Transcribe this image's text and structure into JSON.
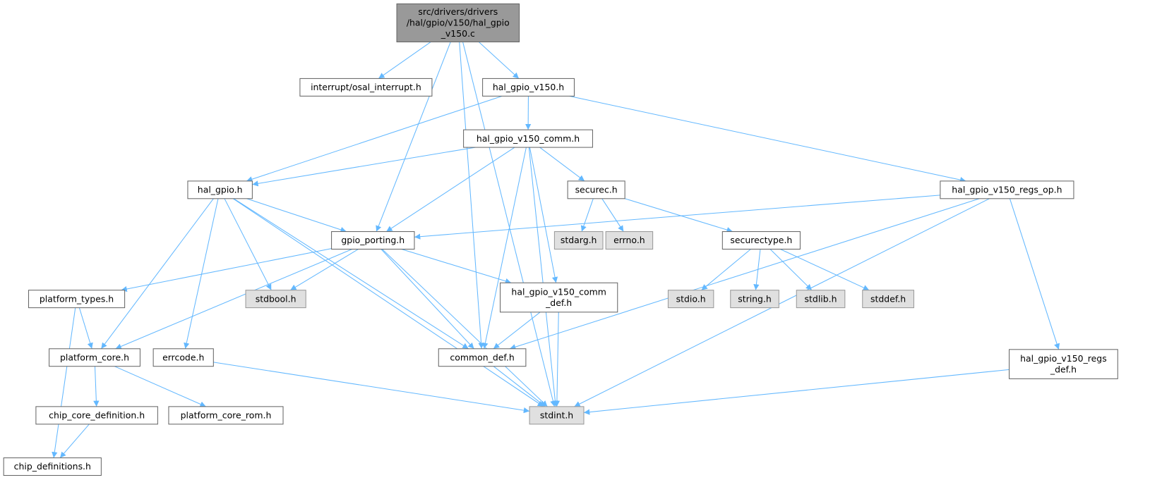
{
  "graph": {
    "colors": {
      "root_fill": "#999999",
      "system_fill": "#e0e0e0",
      "node_fill": "#ffffff",
      "edge": "#63b8ff",
      "border": "#666666"
    },
    "nodes": [
      {
        "id": "root",
        "lines": [
          "src/drivers/drivers",
          "/hal/gpio/v150/hal_gpio",
          "_v150.c"
        ],
        "kind": "root"
      },
      {
        "id": "interrupt",
        "lines": [
          "interrupt/osal_interrupt.h"
        ],
        "kind": "node"
      },
      {
        "id": "hal_gpio_v150",
        "lines": [
          "hal_gpio_v150.h"
        ],
        "kind": "node"
      },
      {
        "id": "comm",
        "lines": [
          "hal_gpio_v150_comm.h"
        ],
        "kind": "node"
      },
      {
        "id": "hal_gpio",
        "lines": [
          "hal_gpio.h"
        ],
        "kind": "node"
      },
      {
        "id": "securec",
        "lines": [
          "securec.h"
        ],
        "kind": "node"
      },
      {
        "id": "regs_op",
        "lines": [
          "hal_gpio_v150_regs_op.h"
        ],
        "kind": "node"
      },
      {
        "id": "gpio_porting",
        "lines": [
          "gpio_porting.h"
        ],
        "kind": "node"
      },
      {
        "id": "stdarg",
        "lines": [
          "stdarg.h"
        ],
        "kind": "system"
      },
      {
        "id": "errno",
        "lines": [
          "errno.h"
        ],
        "kind": "system"
      },
      {
        "id": "securetype",
        "lines": [
          "securectype.h"
        ],
        "kind": "node"
      },
      {
        "id": "platform_types",
        "lines": [
          "platform_types.h"
        ],
        "kind": "node"
      },
      {
        "id": "stdbool",
        "lines": [
          "stdbool.h"
        ],
        "kind": "system"
      },
      {
        "id": "comm_def",
        "lines": [
          "hal_gpio_v150_comm",
          "_def.h"
        ],
        "kind": "node"
      },
      {
        "id": "stdio",
        "lines": [
          "stdio.h"
        ],
        "kind": "system"
      },
      {
        "id": "string",
        "lines": [
          "string.h"
        ],
        "kind": "system"
      },
      {
        "id": "stdlib",
        "lines": [
          "stdlib.h"
        ],
        "kind": "system"
      },
      {
        "id": "stddef",
        "lines": [
          "stddef.h"
        ],
        "kind": "system"
      },
      {
        "id": "platform_core",
        "lines": [
          "platform_core.h"
        ],
        "kind": "node"
      },
      {
        "id": "errcode",
        "lines": [
          "errcode.h"
        ],
        "kind": "node"
      },
      {
        "id": "common_def",
        "lines": [
          "common_def.h"
        ],
        "kind": "node"
      },
      {
        "id": "regs_def",
        "lines": [
          "hal_gpio_v150_regs",
          "_def.h"
        ],
        "kind": "node"
      },
      {
        "id": "chip_core_def",
        "lines": [
          "chip_core_definition.h"
        ],
        "kind": "node"
      },
      {
        "id": "platform_core_rom",
        "lines": [
          "platform_core_rom.h"
        ],
        "kind": "node"
      },
      {
        "id": "stdint",
        "lines": [
          "stdint.h"
        ],
        "kind": "system"
      },
      {
        "id": "chip_defs",
        "lines": [
          "chip_definitions.h"
        ],
        "kind": "node"
      }
    ],
    "edges": [
      [
        "root",
        "interrupt"
      ],
      [
        "root",
        "hal_gpio_v150"
      ],
      [
        "root",
        "gpio_porting"
      ],
      [
        "root",
        "common_def"
      ],
      [
        "root",
        "stdint"
      ],
      [
        "hal_gpio_v150",
        "hal_gpio"
      ],
      [
        "hal_gpio_v150",
        "comm"
      ],
      [
        "hal_gpio_v150",
        "regs_op"
      ],
      [
        "comm",
        "hal_gpio"
      ],
      [
        "comm",
        "gpio_porting"
      ],
      [
        "comm",
        "securec"
      ],
      [
        "comm",
        "common_def"
      ],
      [
        "comm",
        "comm_def"
      ],
      [
        "comm",
        "stdint"
      ],
      [
        "hal_gpio",
        "gpio_porting"
      ],
      [
        "hal_gpio",
        "stdbool"
      ],
      [
        "hal_gpio",
        "common_def"
      ],
      [
        "hal_gpio",
        "platform_core"
      ],
      [
        "hal_gpio",
        "errcode"
      ],
      [
        "hal_gpio",
        "stdint"
      ],
      [
        "securec",
        "stdarg"
      ],
      [
        "securec",
        "errno"
      ],
      [
        "securec",
        "securetype"
      ],
      [
        "regs_op",
        "gpio_porting"
      ],
      [
        "regs_op",
        "common_def"
      ],
      [
        "regs_op",
        "stdint"
      ],
      [
        "regs_op",
        "regs_def"
      ],
      [
        "gpio_porting",
        "platform_types"
      ],
      [
        "gpio_porting",
        "stdbool"
      ],
      [
        "gpio_porting",
        "comm_def"
      ],
      [
        "gpio_porting",
        "platform_core"
      ],
      [
        "gpio_porting",
        "common_def"
      ],
      [
        "gpio_porting",
        "stdint"
      ],
      [
        "securetype",
        "stdio"
      ],
      [
        "securetype",
        "string"
      ],
      [
        "securetype",
        "stdlib"
      ],
      [
        "securetype",
        "stddef"
      ],
      [
        "platform_types",
        "platform_core"
      ],
      [
        "platform_types",
        "chip_defs"
      ],
      [
        "comm_def",
        "common_def"
      ],
      [
        "comm_def",
        "stdint"
      ],
      [
        "platform_core",
        "chip_core_def"
      ],
      [
        "platform_core",
        "platform_core_rom"
      ],
      [
        "errcode",
        "stdint"
      ],
      [
        "common_def",
        "stdint"
      ],
      [
        "regs_def",
        "stdint"
      ],
      [
        "chip_core_def",
        "chip_defs"
      ]
    ]
  }
}
